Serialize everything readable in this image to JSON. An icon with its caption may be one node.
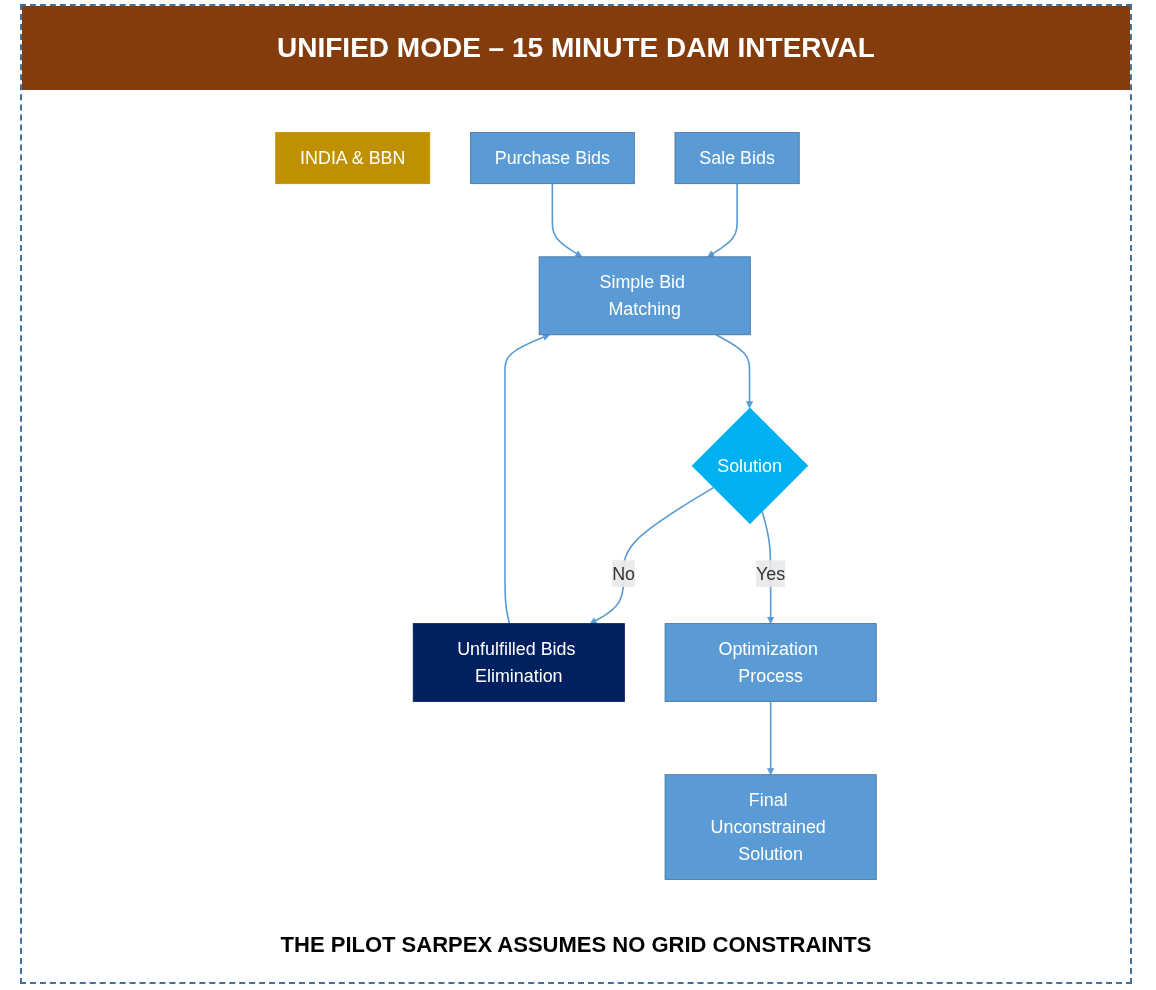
{
  "diagram": {
    "title": "UNIFIED MODE – 15 MINUTE DAM INTERVAL",
    "caption": "THE PILOT SARPEX ASSUMES NO GRID CONSTRAINTS",
    "nodes": [
      {
        "text": [
          "INDIA & BBN"
        ]
      },
      {
        "text": [
          "Sale Bids"
        ]
      },
      {
        "text": [
          "Purchase Bids"
        ]
      },
      {
        "text": [
          "Simple Bid Matching"
        ]
      },
      {
        "text": [
          "Solution"
        ]
      },
      {
        "text": [
          "Unfulfilled Bids Elimination"
        ]
      },
      {
        "text": [
          "Optimization Process"
        ]
      },
      {
        "text": [
          "Final Unconstrained Solution"
        ]
      }
    ],
    "edges": [
      {
        "from": 1,
        "to": 3,
        "arrow": "to"
      },
      {
        "from": 2,
        "to": 3,
        "arrow": "to"
      },
      {
        "from": 3,
        "to": 4,
        "arrow": "to"
      },
      {
        "from": 4,
        "to": 5,
        "arrow": "to",
        "label": "No"
      },
      {
        "from": 5,
        "to": 3,
        "arrow": "to"
      },
      {
        "from": 4,
        "to": 6,
        "arrow": "to",
        "label": "Yes"
      },
      {
        "from": 6,
        "to": 7,
        "arrow": "to"
      }
    ]
  }
}
